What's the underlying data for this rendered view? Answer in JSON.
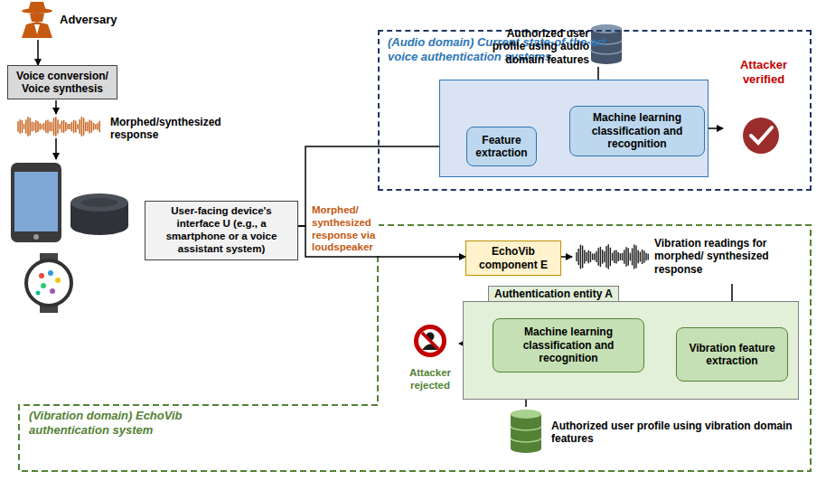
{
  "diagram": {
    "nodes": [
      {
        "text": [
          "Adversary"
        ]
      },
      {
        "text": [
          "Voice conversion/ Voice synthesis"
        ]
      },
      {
        "text": [
          "User-facing device's interface U (e.g., a smartphone or a voice assistant system)"
        ]
      },
      {
        "text": [
          "(Audio domain) Current state-of-the-art voice authentication systems"
        ]
      },
      {
        "text": [
          "Authorized user profile using audio domain features"
        ],
        "in": 3
      },
      {
        "text": [
          "Feature extraction"
        ],
        "in": 3
      },
      {
        "text": [
          "Machine learning classification and recognition"
        ],
        "in": 3
      },
      {
        "text": [
          "Attacker verified"
        ],
        "in": 3
      },
      {
        "text": [
          "(Vibration domain) EchoVib authentication system"
        ]
      },
      {
        "text": [
          "EchoVib component E"
        ],
        "in": 8
      },
      {
        "text": [
          "Authentication entity A"
        ],
        "in": 8
      },
      {
        "text": [
          "Machine learning classification and recognition"
        ],
        "in": 10
      },
      {
        "text": [
          "Vibration feature extraction"
        ],
        "in": 10
      },
      {
        "text": [
          "Attacker rejected"
        ],
        "in": 8
      },
      {
        "text": [
          "Authorized user profile using vibration domain features"
        ],
        "in": 8
      }
    ],
    "edges": [
      {
        "from": 0,
        "to": 1,
        "arrow": "to"
      },
      {
        "from": 2,
        "to": 5,
        "arrow": "to"
      },
      {
        "from": 2,
        "to": 9,
        "label": "Morphed/ synthesized response via loudspeaker",
        "arrow": "to"
      },
      {
        "from": 5,
        "to": 6,
        "arrow": "to"
      },
      {
        "from": 6,
        "to": 7,
        "arrow": "to"
      },
      {
        "from": 4,
        "to": 6,
        "arrow": "to"
      },
      {
        "from": 12,
        "to": 11,
        "arrow": "to"
      },
      {
        "from": 11,
        "to": 13,
        "arrow": "to"
      },
      {
        "from": 14,
        "to": 11,
        "arrow": "to"
      }
    ],
    "labels": [
      "Morphed/synthesized response",
      "Vibration readings for morphed/ synthesized response"
    ]
  }
}
